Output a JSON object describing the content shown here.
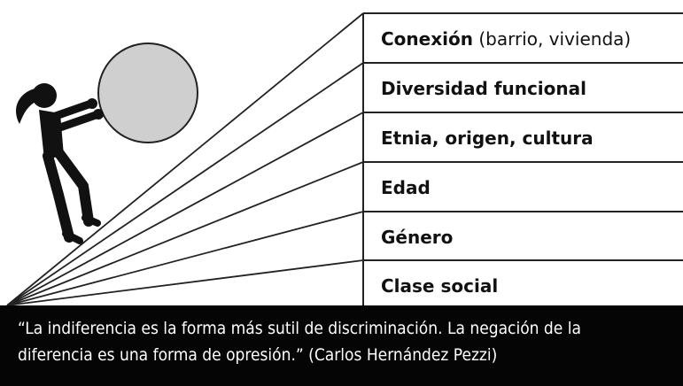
{
  "categories": [
    {
      "label_bold": "Conexión",
      "label_rest": " (barrio, vivienda)"
    },
    {
      "label_bold": "Diversidad funcional",
      "label_rest": ""
    },
    {
      "label_bold": "Etnia, origen, cultura",
      "label_rest": ""
    },
    {
      "label_bold": "Edad",
      "label_rest": ""
    },
    {
      "label_bold": "Género",
      "label_rest": ""
    },
    {
      "label_bold": "Clase social",
      "label_rest": ""
    }
  ],
  "quote": {
    "line1": "“La indiferencia es la forma más sutil de discriminación. La negación de la",
    "line2": "diferencia es una forma de opresión.” (Carlos Hernández Pezzi)"
  },
  "colors": {
    "boulder_fill": "#cfcfcf",
    "ink": "#111111",
    "quote_bg": "#050505",
    "quote_text": "#ffffff"
  },
  "icons": {
    "figure": "person-pushing-boulder-icon",
    "boulder": "boulder-icon"
  }
}
